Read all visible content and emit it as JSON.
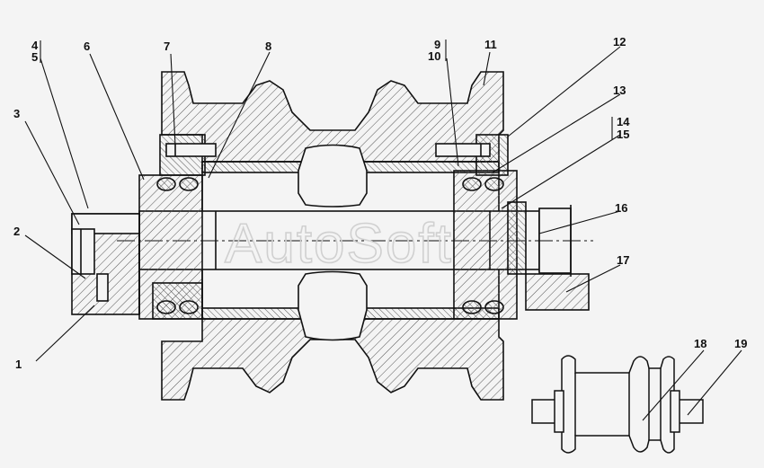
{
  "watermark": "AutoSoft",
  "callouts": {
    "c1": "1",
    "c2": "2",
    "c3": "3",
    "c4": "4",
    "c5": "5",
    "c6": "6",
    "c7": "7",
    "c8": "8",
    "c9": "9",
    "c10": "10",
    "c11": "11",
    "c12": "12",
    "c13": "13",
    "c14": "14",
    "c15": "15",
    "c16": "16",
    "c17": "17",
    "c18": "18",
    "c19": "19"
  },
  "colors": {
    "line": "#111111",
    "hatch": "#555555",
    "background": "#f4f4f4"
  }
}
